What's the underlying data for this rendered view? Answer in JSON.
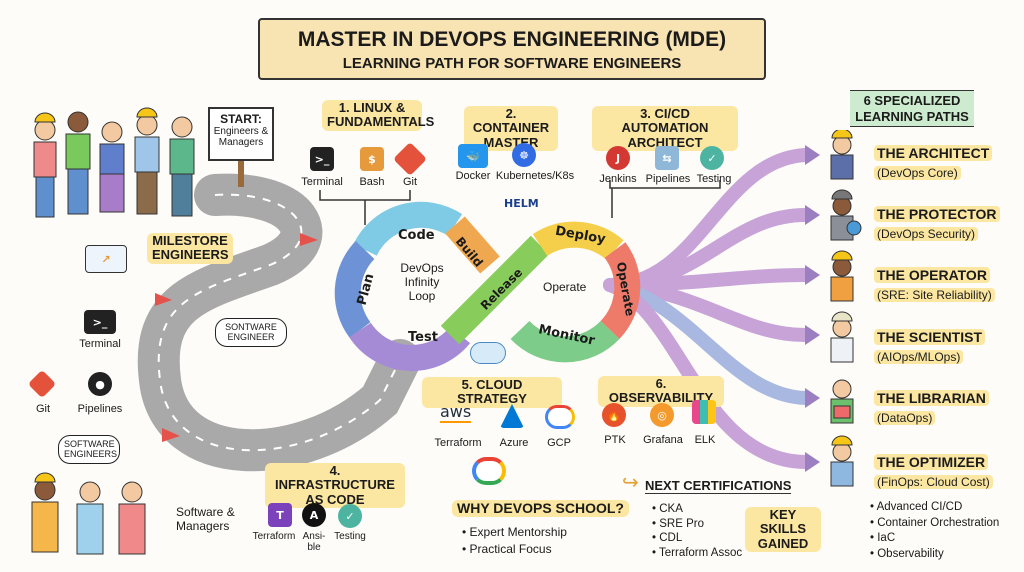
{
  "header": {
    "title": "MASTER IN DEVOPS ENGINEERING (MDE)",
    "subtitle": "LEARNING PATH FOR SOFTWARE ENGINEERS"
  },
  "start_sign": {
    "title": "START:",
    "text": "Engineers & Managers"
  },
  "milestone": "MILESTORE ENGINEERS",
  "left_tools": [
    {
      "label": "Terminal",
      "icon": "terminal-icon"
    },
    {
      "label": "Git",
      "icon": "git-icon"
    },
    {
      "label": "Pipelines",
      "icon": "github-icon"
    }
  ],
  "bubbles": {
    "software_engineers": "SOFTWARE ENGINEERS",
    "sontware_engineer": "SONTWARE ENGINEER"
  },
  "software_managers": "Software & Managers",
  "stages": [
    {
      "title": "1. LINUX & FUNDAMENTALS",
      "tools": [
        "Terminal",
        "Bash",
        "Git"
      ]
    },
    {
      "title": "2. CONTAINER MASTER",
      "tools": [
        "Docker",
        "Kubernetes/K8s",
        "HELM"
      ]
    },
    {
      "title": "3. CI/CD AUTOMATION ARCHITECT",
      "tools": [
        "Jenkins",
        "Pipelines",
        "Testing"
      ]
    },
    {
      "title": "4. INFRASTRUCTURE AS CODE",
      "tools": [
        "Terraform",
        "Ansi-ble",
        "Testing"
      ]
    },
    {
      "title": "5. CLOUD STRATEGY",
      "tools": [
        "Terraform",
        "Azure",
        "GCP"
      ],
      "logo": "aws"
    },
    {
      "title": "6. OBSERVABILITY",
      "tools": [
        "PTK",
        "Grafana",
        "ELK"
      ]
    }
  ],
  "loop": {
    "center": "DevOps Infinity Loop",
    "center_right": "Operate",
    "segments": [
      "Code",
      "Plan",
      "Test",
      "Build",
      "Release",
      "Deploy",
      "Operate",
      "Monitor"
    ]
  },
  "paths_header": "6 SPECIALIZED LEARNING PATHS",
  "paths": [
    {
      "title": "THE ARCHITECT",
      "sub": "(DevOps Core)"
    },
    {
      "title": "THE PROTECTOR",
      "sub": "(DevOps Security)"
    },
    {
      "title": "THE OPERATOR",
      "sub": "(SRE: Site Reliability)"
    },
    {
      "title": "THE SCIENTIST",
      "sub": "(AIOps/MLOps)"
    },
    {
      "title": "THE LIBRARIAN",
      "sub": "(DataOps)"
    },
    {
      "title": "THE OPTIMIZER",
      "sub": "(FinOps: Cloud Cost)"
    }
  ],
  "skills": {
    "title": "KEY SKILLS GAINED",
    "items": [
      "Advanced CI/CD",
      "Container Orchestration",
      "IaC",
      "Observability"
    ]
  },
  "certs": {
    "title": "NEXT CERTIFICATIONS",
    "items": [
      "CKA",
      "SRE Pro",
      "CDL",
      "Terraform Assoc"
    ]
  },
  "why": {
    "title": "WHY DEVOPS SCHOOL?",
    "items": [
      "Expert Mentorship",
      "Practical Focus"
    ]
  }
}
